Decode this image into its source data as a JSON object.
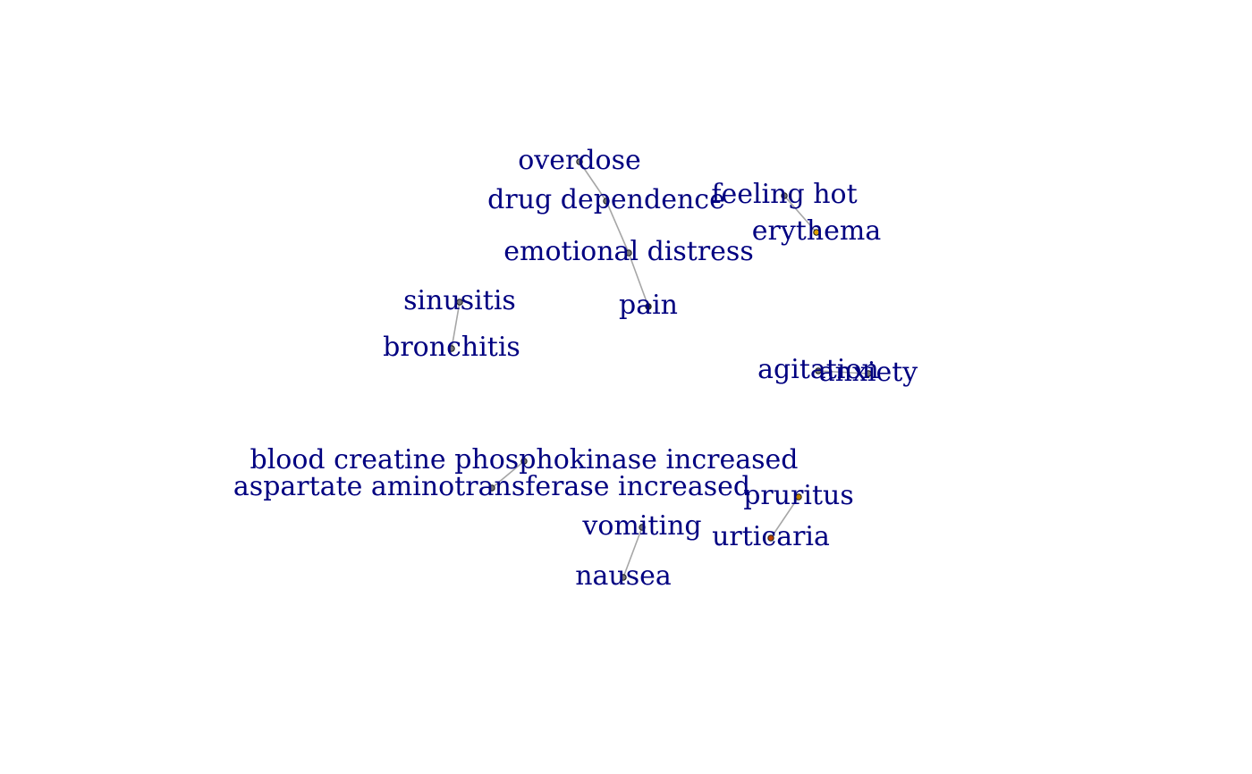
{
  "graph": {
    "label_color": "#000080",
    "edge_color": "#a6a6a6",
    "nodes": [
      {
        "id": "overdose",
        "label": "overdose",
        "color": "#7a7a7a"
      },
      {
        "id": "drug_dependence",
        "label": "drug dependence",
        "color": "#7a7a7a"
      },
      {
        "id": "emotional_distress",
        "label": "emotional distress",
        "color": "#7a7a7a"
      },
      {
        "id": "pain",
        "label": "pain",
        "color": "#2f2f2f"
      },
      {
        "id": "feeling_hot",
        "label": "feeling hot",
        "color": "#7a7a7a"
      },
      {
        "id": "erythema",
        "label": "erythema",
        "color": "#e0a000"
      },
      {
        "id": "sinusitis",
        "label": "sinusitis",
        "color": "#7a7a7a"
      },
      {
        "id": "bronchitis",
        "label": "bronchitis",
        "color": "#7a7a7a"
      },
      {
        "id": "agitation",
        "label": "agitation",
        "color": "#7a7a7a"
      },
      {
        "id": "anxiety",
        "label": "anxiety",
        "color": "#7a7a7a"
      },
      {
        "id": "blood_cpk",
        "label": "blood creatine phosphokinase increased",
        "color": "#7a7a7a"
      },
      {
        "id": "ast",
        "label": "aspartate aminotransferase increased",
        "color": "#7a7a7a"
      },
      {
        "id": "pruritus",
        "label": "pruritus",
        "color": "#c08000"
      },
      {
        "id": "urticaria",
        "label": "urticaria",
        "color": "#c04000"
      },
      {
        "id": "vomiting",
        "label": "vomiting",
        "color": "#7a7a7a"
      },
      {
        "id": "nausea",
        "label": "nausea",
        "color": "#7a7a7a"
      }
    ],
    "edges": [
      {
        "from": "overdose",
        "to": "drug_dependence"
      },
      {
        "from": "drug_dependence",
        "to": "emotional_distress"
      },
      {
        "from": "emotional_distress",
        "to": "pain"
      },
      {
        "from": "feeling_hot",
        "to": "erythema"
      },
      {
        "from": "sinusitis",
        "to": "bronchitis"
      },
      {
        "from": "agitation",
        "to": "anxiety"
      },
      {
        "from": "blood_cpk",
        "to": "ast"
      },
      {
        "from": "pruritus",
        "to": "urticaria"
      },
      {
        "from": "vomiting",
        "to": "nausea"
      }
    ]
  }
}
